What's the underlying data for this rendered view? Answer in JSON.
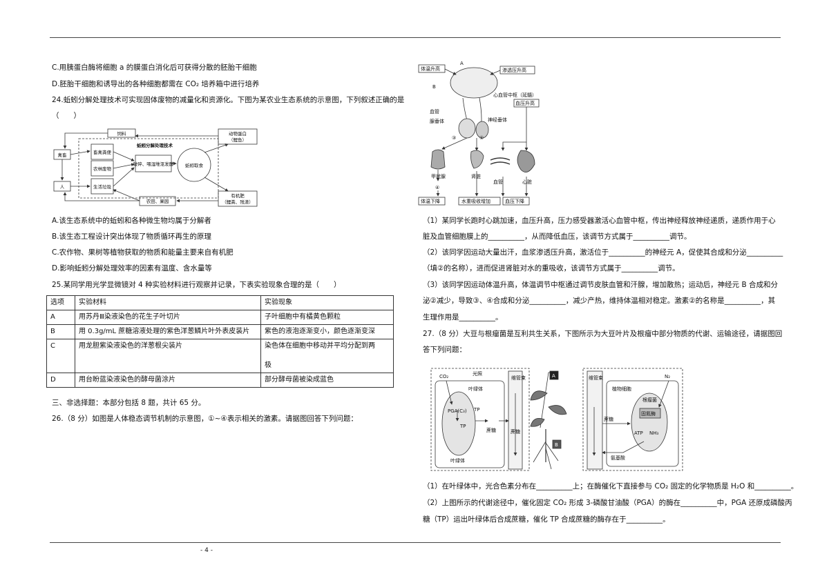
{
  "page_number": "- 4 -",
  "left": {
    "q23_c": "C.用胰蛋白酶将细胞 a 的膜蛋白消化后可获得分散的胚胎干细胞",
    "q23_d": "D.胚胎干细胞和诱导出的各种细胞都需在 CO₂ 培养箱中进行培养",
    "q24_stem": "24.蚯蚓分解处理技术可实现固体废物的减量化和资源化。下图为某农业生态系统的示意图，下列叙述正确的是",
    "q24_paren": "（　　）",
    "q24_fig": {
      "title": "蚯蚓分解处理技术",
      "feed": "饲料",
      "animal_protein": "动物蛋白",
      "animal_protein_sub": "（鲤鱼）",
      "livestock": "禽畜",
      "human": "人",
      "manure": "畜禽粪便",
      "farm_waste": "农林废物",
      "life_waste": "生活垃圾",
      "process": "破碎、喂湿堆沤发酵",
      "earthworm": "蚯蚓取食",
      "crops": "农田、果园",
      "fertilizer": "有机肥",
      "fertilizer_sub": "（鲤粪、残渣）"
    },
    "q24_a": "A.该生态系统中的蚯蚓和各种微生物均属于分解者",
    "q24_b": "B.该生态工程设计突出体现了物质循环再生的原理",
    "q24_c": "C.农作物、果树等植物获取的物质和能量主要来自有机肥",
    "q24_d": "D.影响蚯蚓分解处理效率的因素有温度、含水量等",
    "q25_stem": "25.某同学用光学显微镜对 4 种实验材料进行观察并记录，下表实验现象合理的是（　　）",
    "q25_table": {
      "headers": [
        "选项",
        "实验材料",
        "实验现象"
      ],
      "rows": [
        [
          "A",
          "用苏丹Ⅲ染液染色的花生子叶切片",
          "子叶细胞中有橘黄色颗粒"
        ],
        [
          "B",
          "用 0.3g/mL 蔗糖溶液处理的紫色洋葱鳞片叶外表皮装片",
          "紫色的液泡逐渐变小，颜色逐渐变深"
        ],
        [
          "C",
          "用龙胆紫染液染色的洋葱根尖装片",
          "染色体在细胞中移动并平均分配到两"
        ],
        [
          "",
          "",
          "极"
        ],
        [
          "D",
          "用台盼蓝染液染色的酵母菌涂片",
          "部分酵母菌被染成蓝色"
        ]
      ]
    },
    "section3": "三、非选择题：本部分包括 8 题，共计 65 分。",
    "q26_stem": "26.（8 分）如图是人体稳态调节机制的示意图，①~④表示相关的激素。请据图回答下列问题："
  },
  "right": {
    "fig26": {
      "temp_rise": "体温升高",
      "osm_rise": "渗透压升高",
      "label_a": "A",
      "label_b": "B",
      "cardio": "心血管中枢（延髓）",
      "bp_rise": "血压升高",
      "vessel": "血管",
      "pituitary": "腺垂体",
      "neurohypo": "神经垂体",
      "n3": "③",
      "n1": "①",
      "n2": "②",
      "n4": "④",
      "thyroid": "甲状腺",
      "kidney": "肾脏",
      "vessel2": "血管",
      "heart": "心脏",
      "temp_fall": "体温下降",
      "water_up": "水重吸收增加",
      "bp_fall": "血压下降"
    },
    "q26_1a": "（1）某同学长跑时心跳加速，血压升高，压力感受器激活心血管中枢，传出神经释放神经递质，递质作用于心",
    "q26_1b": "脏及血管细胞膜上的__________，从而降低血压，该调节方式属于__________调节。",
    "q26_2a": "（2）该同学因运动大量出汗，血浆渗透压升高，激活位于__________的神经元 A，促使其合成和分泌__________",
    "q26_2b": "（填②的名称），进而促进肾脏对水的重吸收，该调节方式属于__________调节。",
    "q26_3a": "（3）该同学因运动体温升高，体温调节中枢通过调节皮肤血管和汗腺，增加散热；运动后，神经元 B 合成和分",
    "q26_3b": "泌②减少，导致③、④合成和分泌__________，减少产热，维持体温相对稳定。激素②的名称是__________，其",
    "q26_3c": "生理作用是__________。",
    "q27_stem_a": "27.（8 分）大豆与根瘤菌是互利共生关系，下图所示为大豆叶片及根瘤中部分物质的代谢、运输途径，请据图回",
    "q27_stem_b": "答下列问题：",
    "fig27": {
      "co2": "CO₂",
      "light": "光照",
      "chloroplast_stroma": "叶绿体",
      "pga": "PGA(C₃)",
      "tp": "TP",
      "tp2": "TP",
      "sucrose": "蔗糖",
      "chloroplast": "叶绿体",
      "phloem": "维管束",
      "sucrose2": "蔗糖",
      "phloem2": "维管束",
      "plant_cell": "植物细胞",
      "n2": "N₂",
      "rhizobia": "根瘤菌",
      "nitrogenase": "固氮酶",
      "atp": "ATP",
      "nh3": "NH₃",
      "sucrose3": "蔗糖",
      "amino": "氨基酸",
      "label_a": "A",
      "label_b": "B"
    },
    "q27_1": "（1）在叶绿体中，光合色素分布在__________上；在酶催化下直接参与 CO₂ 固定的化学物质是 H₂O 和__________。",
    "q27_2a": "（2）上图所示的代谢途径中，催化固定 CO₂ 形成 3-磷酸甘油酸（PGA）的酶在__________中，PGA 还原成磷酸丙",
    "q27_2b": "糖（TP）运出叶绿体后合成蔗糖，催化 TP 合成蔗糖的酶存在于__________。"
  }
}
